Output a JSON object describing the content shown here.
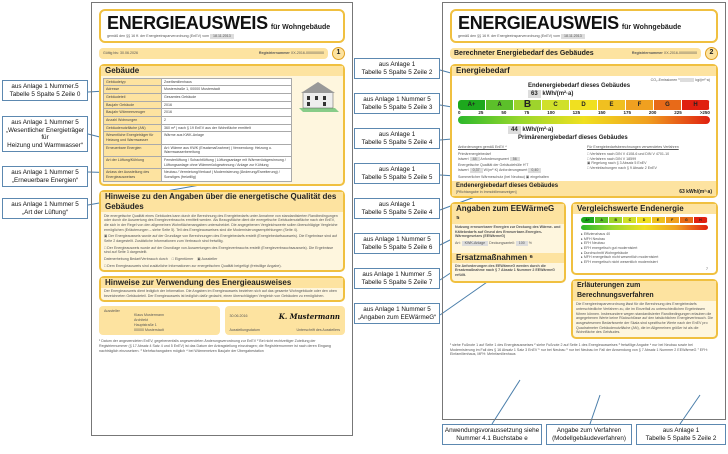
{
  "page1": {
    "title": "ENERGIEAUSWEIS",
    "title_suffix": "für Wohngebäude",
    "subtitle": "gemäß den §§ 16 ff. der Energieeinsparverordnung (EnEV) vom",
    "date": "18.11.2013",
    "valid_label": "Gültig bis:",
    "valid_date": "30.06.2026",
    "reg_label": "Registriernummer",
    "reg_value": "XX-2016-000000000",
    "page_num": "1",
    "section_building": "Gebäude",
    "rows": [
      {
        "label": "Gebäudetyp",
        "value": "Zweifamilienhaus"
      },
      {
        "label": "Adresse",
        "value": "Musterstraße 1, 00000 Musterstadt"
      },
      {
        "label": "Gebäudeteil",
        "value": "Gesamtes Gebäude"
      },
      {
        "label": "Baujahr Gebäude",
        "value": "2016"
      },
      {
        "label": "Baujahr Wärmeerzeuger",
        "value": "2016"
      },
      {
        "label": "Anzahl Wohnungen",
        "value": "2"
      },
      {
        "label": "Gebäudenutzfläche (AN)",
        "value": "360 m²",
        "extra": "nach § 19 EnEV aus der Wohnfläche ermittelt"
      },
      {
        "label": "Wesentliche Energieträger für Heizung und Warmwasser",
        "value": "Wärme aus KWK-Anlage"
      },
      {
        "label": "Erneuerbare Energien",
        "value": "Art: Wärme aus KWK (Ersatzmaßnahme)",
        "extra": "Verwendung: Heizung u. Warmwasserbereitung"
      },
      {
        "label": "Art der Lüftung/Kühlung",
        "value": "Fensterlüftung / Schachtlüftung",
        "extra": "Lüftungsanlage mit Wärmerückgewinnung / Lüftungsanlage ohne Wärmerückgewinnung / Anlage zur Kühlung"
      },
      {
        "label": "Anlass der Ausstellung des Energieausweises",
        "value": "Neubau / Vermietung/Verkauf",
        "extra": "Modernisierung (Änderung/Erweiterung) / Sonstiges (freiwillig)"
      }
    ],
    "section_notes": "Hinweise zu den Angaben über die energetische Qualität des Gebäudes",
    "notes_text": "Die energetische Qualität eines Gebäudes kann durch die Berechnung des Energiebedarfs unter Annahme von standardisierten Randbedingungen oder durch die Auswertung des Energieverbrauchs ermittelt werden. Als Bezugsfläche dient die energetische Gebäudenutzfläche nach der EnEV, die sich in der Regel von den allgemeinen Wohnflächenangaben unterscheidet. Die angegebenen Vergleichswerte sollen überschlägige Vergleiche ermöglichen (Erläuterungen – siehe Seite 5). Teil des Energieausweises sind die Modernisierungsempfehlungen (Seite 4).",
    "check1": "Der Energieausweis wurde auf der Grundlage von Berechnungen des Energiebedarfs erstellt (Energiebedarfsausweis). Die Ergebnisse sind auf Seite 2 dargestellt. Zusätzliche Informationen zum Verbrauch sind freiwillig.",
    "check2": "Der Energieausweis wurde auf der Grundlage von Auswertungen des Energieverbrauchs erstellt (Energieverbrauchsausweis). Die Ergebnisse sind auf Seite 3 dargestellt.",
    "data_collection": "Datenerhebung Bedarf/Verbrauch durch",
    "owner": "Eigentümer",
    "issuer_opt": "Aussteller",
    "check3": "Dem Energieausweis sind zusätzliche Informationen zur energetischen Qualität beigefügt (freiwillige Angabe).",
    "section_usage": "Hinweise zur Verwendung des Energieausweises",
    "usage_text": "Der Energieausweis dient lediglich der Information. Die Angaben im Energieausweis beziehen sich auf das gesamte Wohngebäude oder den oben bezeichneten Gebäudeteil. Der Energieausweis ist lediglich dafür gedacht, einen überschlägigen Vergleich von Gebäuden zu ermöglichen.",
    "issuer_label": "Aussteller",
    "issuer_lines": [
      "Klaus Mustermann",
      "Architekt",
      "Hauptstraße 1",
      "00000 Musterstadt"
    ],
    "issue_date": "30.06.2016",
    "issue_date_label": "Ausstellungsdatum",
    "signature": "K. Mustermann",
    "signature_label": "Unterschrift des Ausstellers",
    "footnotes": "¹ Datum der angewendeten EnEV, gegebenenfalls angewendeten Änderungsverordnung zur EnEV  ² Bei nicht rechtzeitiger Zuteilung der Registriernummer (§ 17 Absatz 4 Satz 4 und 5 EnEV) ist das Datum der Antragstellung einzutragen; die Registriernummer ist nach deren Eingang nachträglich einzusetzen.  ³ Mehrfachangaben möglich  ⁴ bei Wärmenetzen Baujahr der Übergabestation"
  },
  "page2": {
    "title": "ENERGIEAUSWEIS",
    "title_suffix": "für Wohngebäude",
    "subtitle": "gemäß den §§ 16 ff. der Energieeinsparverordnung (EnEV) vom",
    "date": "18.11.2013",
    "heading": "Berechneter Energiebedarf des Gebäudes",
    "reg_label": "Registriernummer",
    "reg_value": "XX-2016-000000000",
    "page_num": "2",
    "section_demand": "Energiebedarf",
    "co2_label": "CO₂-Emissionen ³",
    "co2_unit": "kg/(m²·a)",
    "end_label": "Endenergiebedarf dieses Gebäudes",
    "end_value": "63",
    "unit": "kWh/(m²·a)",
    "classes": [
      "A+",
      "A",
      "B",
      "C",
      "D",
      "E",
      "F",
      "G",
      "H"
    ],
    "current_class": "B",
    "ticks": [
      "0",
      "25",
      "50",
      "75",
      "100",
      "125",
      "150",
      "175",
      "200",
      "225",
      ">250"
    ],
    "primary_value": "44",
    "primary_label": "Primärenergiebedarf dieses Gebäudes",
    "req_heading": "Anforderungen gemäß EnEV ⁴",
    "primary_req": "Primärenergiebedarf",
    "istwert": "Istwert",
    "ist_primary": "44",
    "anforderung": "Anforderungswert",
    "req_primary": "56",
    "shell_label": "Energetische Qualität der Gebäudehülle H'T",
    "ist_shell": "0,37",
    "req_shell": "0,40",
    "unit_w": "W/(m²·K)",
    "heat_protection": "Sommerlicher Wärmeschutz (bei Neubau)",
    "kept": "eingehalten",
    "method_heading": "Für Energiebedarfsberechnungen verwendetes Verfahren",
    "methods": [
      "Verfahren nach DIN V 4108-6 und DIN V 4701-10",
      "Verfahren nach DIN V 18599",
      "Regelung nach § 3 Absatz 5 EnEV",
      "Vereinfachungen nach § 9 Absatz 2 EnEV"
    ],
    "final_heading": "Endenergiebedarf dieses Gebäudes",
    "final_sub": "[Pflichtangabe in Immobilienanzeigen]",
    "final_value": "63 kWh/(m²·a)",
    "eew_heading": "Angaben zum EEWärmeG ⁵",
    "eew_text": "Nutzung erneuerbarer Energien zur Deckung des Wärme- und Kältebedarfs auf Grund des Erneuerbare-Energien-Wärmegesetzes (EEWärmeG)",
    "eew_art": "Art:",
    "eew_art_value": "KWK-Anlage",
    "eew_share": "Deckungsanteil:",
    "eew_share_value": "100",
    "pct": "%",
    "ersatz_heading": "Ersatzmaßnahmen ⁶",
    "ersatz_text": "Die Anforderungen des EEWärmeG werden durch die Ersatzmaßnahme nach § 7 Absatz 1 Nummer 2 EEWärmeG erfüllt.",
    "compare_heading": "Vergleichswerte Endenergie",
    "compare_labels": [
      "Effizienzhaus 40",
      "MFH Neubau",
      "EFH Neubau",
      "EFH energetisch gut modernisiert",
      "Durchschnitt Wohngebäude",
      "MFH energetisch nicht wesentlich modernisiert",
      "EFH energetisch nicht wesentlich modernisiert"
    ],
    "compare_note": "7",
    "explain_heading": "Erläuterungen zum Berechnungsverfahren",
    "explain_text": "Die Energieeinsparverordnung lässt für die Berechnung des Energiebedarfs unterschiedliche Verfahren zu, die im Einzelfall zu unterschiedlichen Ergebnissen führen können. Insbesondere wegen standardisierter Randbedingungen erlauben die angegebenen Werte keine Rückschlüsse auf den tatsächlichen Energieverbrauch. Die ausgewiesenen Bedarfswerte der Skala sind spezifische Werte nach der EnEV pro Quadratmeter Gebäudenutzfläche (AN), die im Allgemeinen größer ist als die Wohnfläche des Gebäudes.",
    "footnotes": "¹ siehe Fußnote 1 auf Seite 1 des Energieausweises  ² siehe Fußnote 2 auf Seite 1 des Energieausweises  ³ freiwillige Angabe  ⁴ nur bei Neubau sowie bei Modernisierung im Fall des § 16 Absatz 1 Satz 3 EnEV  ⁵ nur bei Neubau  ⁶ nur bei Neubau im Fall der Anwendung von § 7 Absatz 1 Nummer 2 EEWärmeG  ⁷ EFH: Einfamilienhaus, MFH: Mehrfamilienhaus"
  },
  "callouts_left": [
    [
      "aus Anlage 1 Nummer.5",
      "Tabelle 5 Spalte 5 Zeile 0"
    ],
    [
      "aus Anlage 1 Nummer 5",
      "„Wesentlicher Energieträger für",
      "Heizung und Warmwasser“"
    ],
    [
      "aus Anlage 1 Nummer 5",
      "„Erneuerbare Energien“"
    ],
    [
      "aus Anlage 1 Nummer 5",
      "„Art der Lüftung“"
    ]
  ],
  "callouts_right": [
    [
      "aus Anlage 1",
      "Tabelle 5 Spalte 5 Zeile 2"
    ],
    [
      "aus Anlage 1 Nummer 5",
      "Tabelle 5 Spalte 5 Zeile 3"
    ],
    [
      "aus Anlage 1",
      "Tabelle 5 Spalte 5 Zeile 4"
    ],
    [
      "aus Anlage 1",
      "Tabelle 5 Spalte 5 Zeile 5"
    ],
    [
      "aus Anlage 1",
      "Tabelle 5 Spalte 5 Zeile 4"
    ],
    [
      "aus Anlage 1 Nummer 5",
      "Tabelle 5 Spalte 5 Zeile 6"
    ],
    [
      "aus Anlage 1 Nummer .5",
      "Tabelle 5 Spalte 5 Zeile 7"
    ],
    [
      "aus Anlage 1 Nummer 5",
      "„Angaben zum EEWärmeG“"
    ]
  ],
  "callouts_bottom": [
    [
      "Anwendungsvoraussetzung siehe",
      "Nummer 4.1 Buchstabe e"
    ],
    [
      "Angabe zum Verfahren",
      "(Modellgebäudeverfahren)"
    ],
    [
      "aus Anlage 1",
      "Tabelle 5 Spalte 5 Zeile 2"
    ]
  ],
  "colors": {
    "accent": "#f0c040",
    "section_bg": "#fde3a0",
    "callout_border": "#5c88b0"
  }
}
